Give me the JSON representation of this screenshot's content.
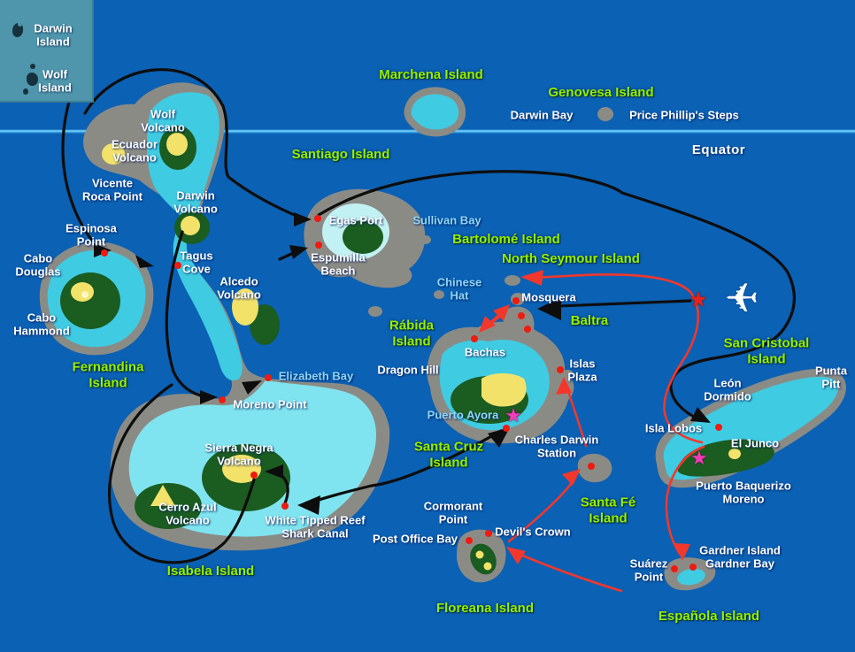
{
  "legend": {
    "darwin": "Darwin\nIsland",
    "wolf": "Wolf\nIsland"
  },
  "equator_label": "Equator",
  "labels": {
    "marchena": "Marchena Island",
    "genovesa": "Genovesa Island",
    "darwin_bay": "Darwin Bay",
    "price_steps": "Price Phillip's Steps",
    "santiago": "Santiago Island",
    "wolf_volcano": "Wolf\nVolcano",
    "ecuador_volcano": "Ecuador\nVolcano",
    "vicente_roca": "Vicente\nRoca Point",
    "espinosa": "Espinosa\nPoint",
    "cabo_douglas": "Cabo\nDouglas",
    "cabo_hammond": "Cabo\nHammond",
    "fernandina": "Fernandina\nIsland",
    "darwin_volcano": "Darwin\nVolcano",
    "tagus_cove": "Tagus\nCove",
    "alcedo_volcano": "Alcedo\nVolcano",
    "egas_port": "Egas Port",
    "espumilla": "Espumilla\nBeach",
    "sullivan_bay": "Sullivan Bay",
    "bartolome": "Bartolomé Island",
    "north_seymour": "North Seymour Island",
    "chinese_hat": "Chinese\nHat",
    "rabida": "Rábida\nIsland",
    "dragon_hill": "Dragon Hill",
    "bachas": "Bachas",
    "mosquera": "Mosquera",
    "baltra": "Baltra",
    "islas_plaza": "Islas\nPlaza",
    "puerto_ayora": "Puerto Ayora",
    "santa_cruz": "Santa Cruz\nIsland",
    "charles_darwin": "Charles Darwin\nStation",
    "santa_fe": "Santa Fé\nIsland",
    "san_cristobal": "San Cristobal Island",
    "punta_pitt": "Punta\nPitt",
    "leon_dormido": "León\nDormido",
    "isla_lobos": "Isla Lobos",
    "el_junco": "El Junco",
    "puerto_baquerizo": "Puerto Baquerizo\nMoreno",
    "moreno_point": "Moreno Point",
    "elizabeth_bay": "Elizabeth Bay",
    "sierra_negra": "Sierra Negra\nVolcano",
    "cerro_azul": "Cerro Azul\nVolcano",
    "white_tipped": "White Tipped Reef\nShark Canal",
    "isabela": "Isabela Island",
    "cormorant": "Cormorant\nPoint",
    "post_office": "Post Office Bay",
    "devils_crown": "Devil's Crown",
    "floreana": "Floreana Island",
    "suarez": "Suárez\nPoint",
    "gardner": "Gardner Island\nGardner Bay",
    "espanola": "Española Island"
  },
  "icons": {
    "airplane": "✈",
    "star": "★"
  },
  "colors": {
    "ocean": "#0b61b3",
    "island_gray": "#8b8b86",
    "island_cyan": "#3fcbe2",
    "lowland_light_cyan": "#7fe4ef",
    "highland_green": "#1b5c20",
    "crater_yellow": "#f2e26a",
    "label_green": "#97ef00",
    "label_white": "#ffffff",
    "label_cyan": "#8ed8f8",
    "route_black": "#0d0d0d",
    "route_red": "#f3372b",
    "equator_line": "#2f9fe2",
    "legend_bg": "#4f96ac",
    "site_dot_red": "#ee1b10",
    "star_red": "#e6231a",
    "star_magenta": "#f23cb8"
  }
}
